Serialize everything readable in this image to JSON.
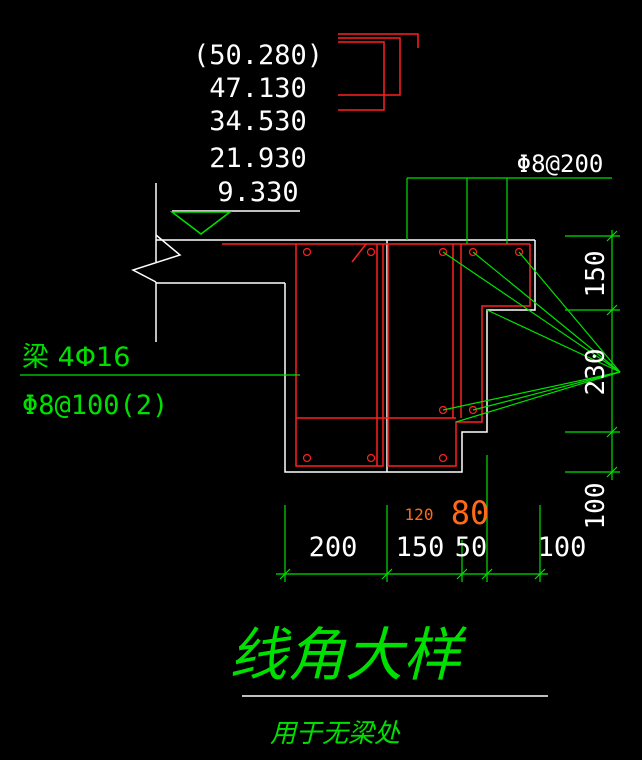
{
  "colors": {
    "background": "#000000",
    "white": "#ffffff",
    "red": "#ff2020",
    "green": "#00e000",
    "orange": "#ff6a1a"
  },
  "elevations": [
    "(50.280)",
    "47.130",
    "34.530",
    "21.930",
    "9.330"
  ],
  "rebar_callout": "Φ8@200",
  "beam_label": "梁 4Φ16",
  "stirrup_label": "Φ8@100(2)",
  "dimensions": {
    "d200": "200",
    "d150": "150",
    "d50": "50",
    "d100": "100",
    "v150": "150",
    "v230": "230",
    "v100": "100",
    "d120": "120",
    "d80": "80"
  },
  "title": "线角大样",
  "subtitle": "用于无梁处",
  "icons": [
    "break-line-icon",
    "elevation-triangle-icon"
  ]
}
